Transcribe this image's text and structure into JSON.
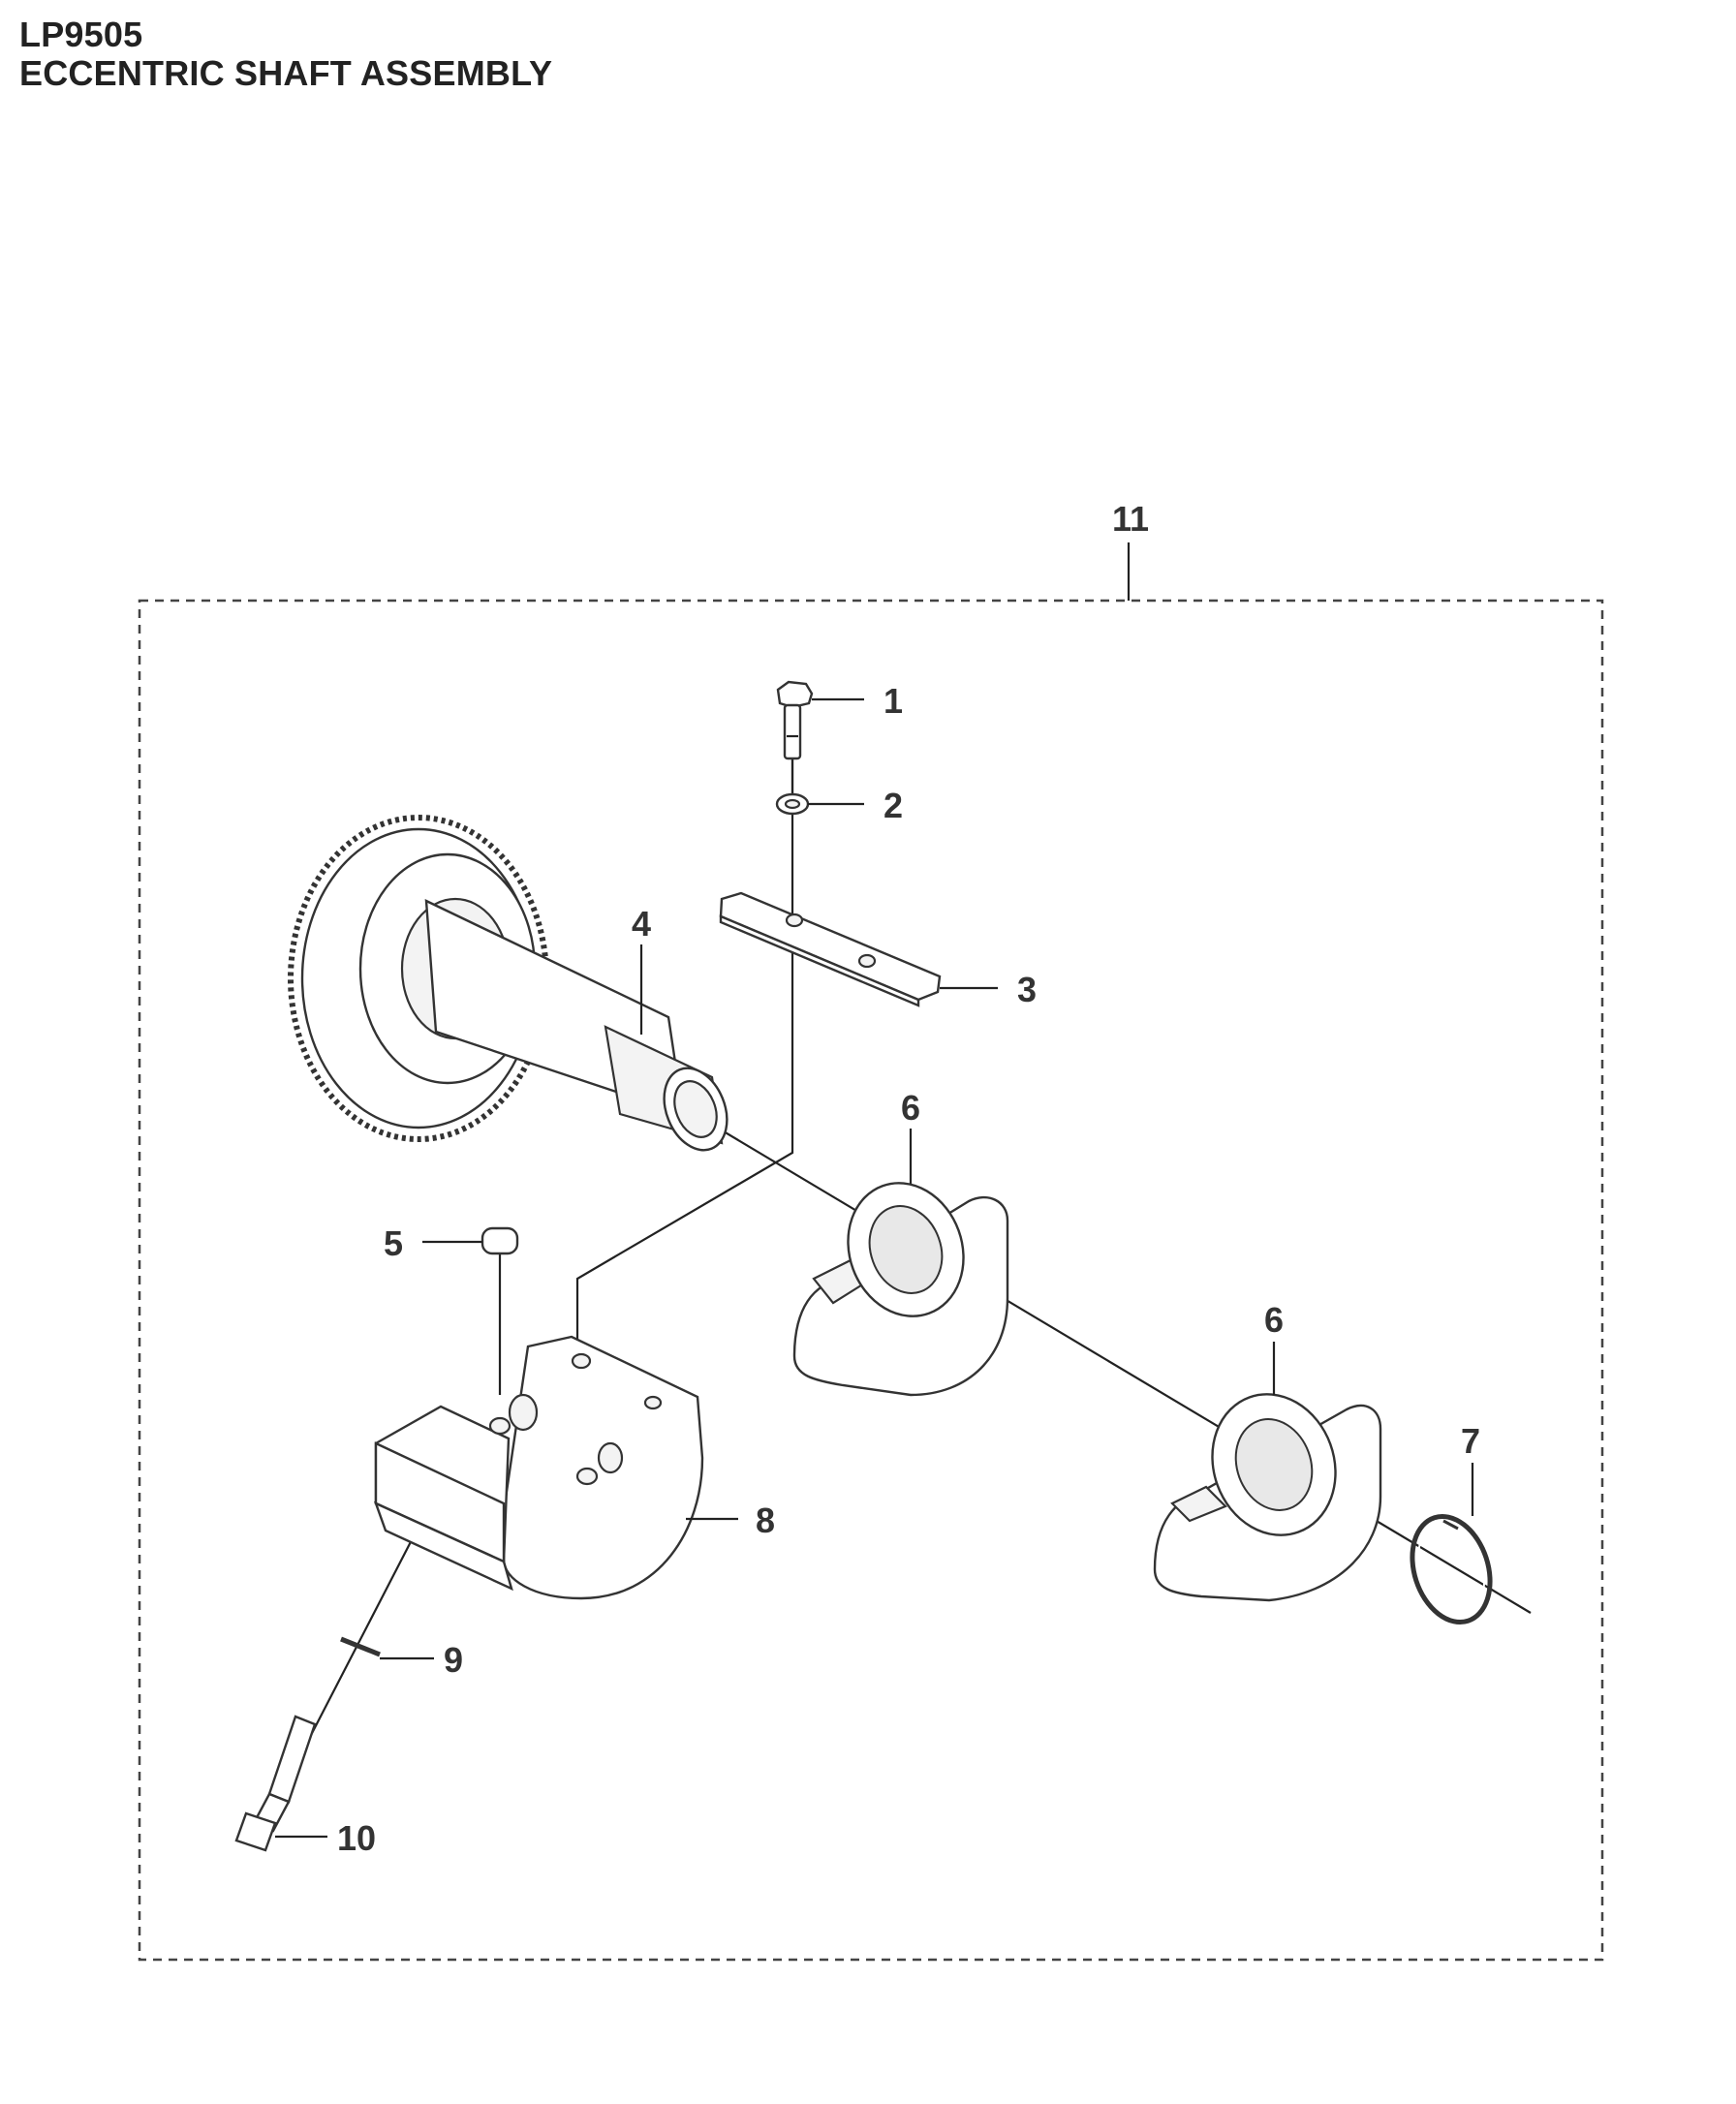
{
  "header": {
    "model": "LP9505",
    "title": "ECCENTRIC SHAFT ASSEMBLY"
  },
  "callouts": {
    "c1": "1",
    "c2": "2",
    "c3": "3",
    "c4": "4",
    "c5": "5",
    "c6a": "6",
    "c6b": "6",
    "c7": "7",
    "c8": "8",
    "c9": "9",
    "c10": "10",
    "c11": "11"
  }
}
